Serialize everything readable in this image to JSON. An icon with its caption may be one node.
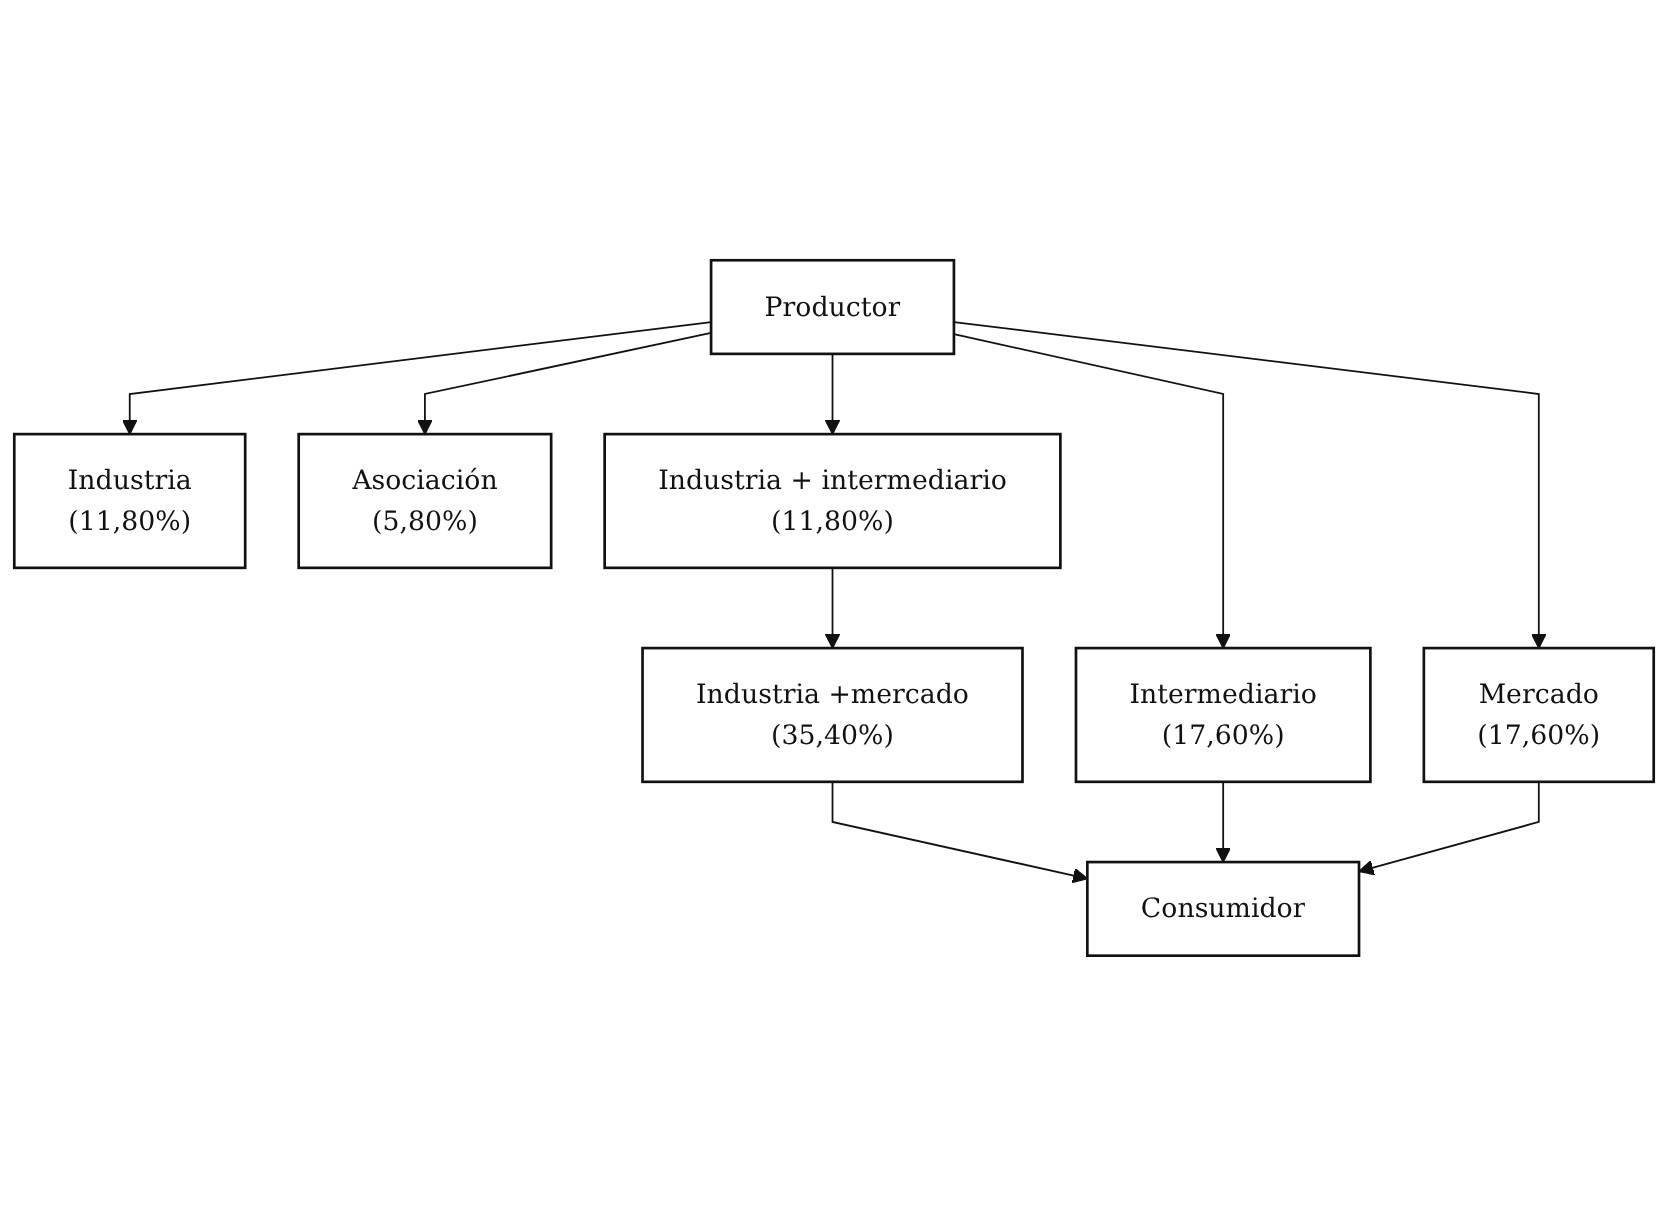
{
  "diagram": {
    "nodes": [
      {
        "text": [
          "Productor"
        ]
      },
      {
        "text": [
          "Intermediario",
          "(17,60%)"
        ]
      },
      {
        "text": [
          "Industria",
          "(11,80%)"
        ]
      },
      {
        "text": [
          "Asociación",
          "(5,80%)"
        ]
      },
      {
        "text": [
          "Mercado",
          "(17,60%)"
        ]
      },
      {
        "text": [
          "Industria + intermediario",
          "(11,80%)"
        ]
      },
      {
        "text": [
          "Industria +mercado",
          "(35,40%)"
        ]
      },
      {
        "text": [
          "Consumidor"
        ]
      }
    ],
    "edges": [
      {
        "from": 0,
        "to": 1,
        "arrow": "to"
      },
      {
        "from": 0,
        "to": 2,
        "arrow": "to"
      },
      {
        "from": 0,
        "to": 3,
        "arrow": "to"
      },
      {
        "from": 0,
        "to": 4,
        "arrow": "to"
      },
      {
        "from": 0,
        "to": 5,
        "arrow": "to"
      },
      {
        "from": 5,
        "to": 6,
        "arrow": "to"
      },
      {
        "from": 6,
        "to": 7,
        "arrow": "to"
      },
      {
        "from": 1,
        "to": 7,
        "arrow": "to"
      },
      {
        "from": 4,
        "to": 7,
        "arrow": "to"
      }
    ]
  }
}
